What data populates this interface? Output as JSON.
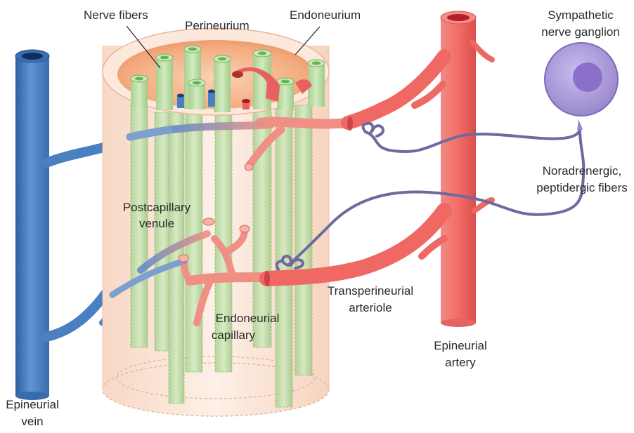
{
  "labels": {
    "nerve_fibers": "Nerve fibers",
    "perineurium": "Perineurium",
    "endoneurium": "Endoneurium",
    "sympathetic_line1": "Sympathetic",
    "sympathetic_line2": "nerve ganglion",
    "noradrenergic_line1": "Noradrenergic,",
    "noradrenergic_line2": "peptidergic fibers",
    "postcapillary_line1": "Postcapillary",
    "postcapillary_line2": "venule",
    "transperineurial_line1": "Transperineurial",
    "transperineurial_line2": "arteriole",
    "endoneurial_capillary_line1": "Endoneurial",
    "endoneurial_capillary_line2": "capillary",
    "epineurial_artery_line1": "Epineurial",
    "epineurial_artery_line2": "artery",
    "epineurial_vein_line1": "Epineurial",
    "epineurial_vein_line2": "vein"
  },
  "colors": {
    "vein": "#4a7fc1",
    "artery": "#e8605f",
    "capillary": "#f08f84",
    "nerve_fiber": "#b9dca4",
    "fiber_core": "#5fb84c",
    "perineurium": "#fbe3d3",
    "endoneurium_surface": "#f2a678",
    "ganglion": "#a998d8",
    "nerve": "#6e6a9e"
  }
}
